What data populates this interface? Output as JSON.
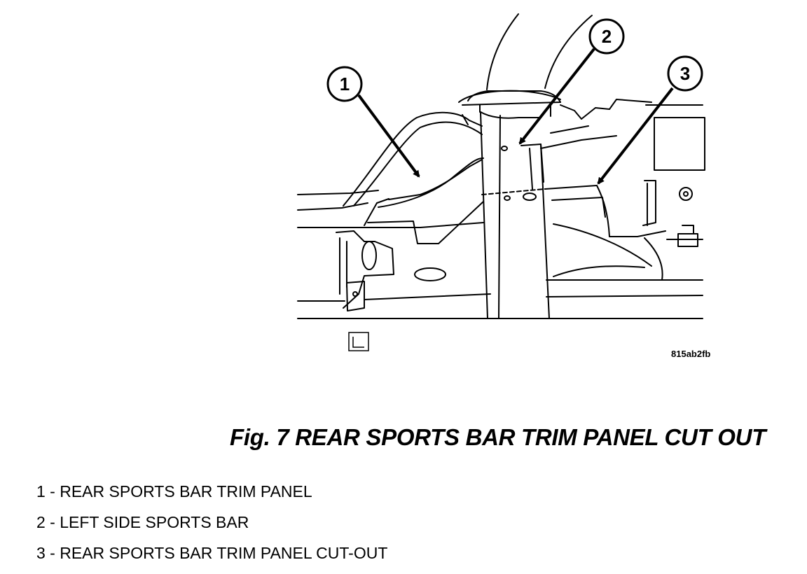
{
  "figure": {
    "callouts": [
      {
        "label": "1"
      },
      {
        "label": "2"
      },
      {
        "label": "3"
      }
    ],
    "image_code": "815ab2fb"
  },
  "caption": "Fig. 7 REAR SPORTS BAR TRIM PANEL CUT OUT",
  "legend": [
    "1 - REAR SPORTS BAR TRIM PANEL",
    "2 - LEFT SIDE SPORTS BAR",
    "3 - REAR SPORTS BAR TRIM PANEL CUT-OUT"
  ]
}
